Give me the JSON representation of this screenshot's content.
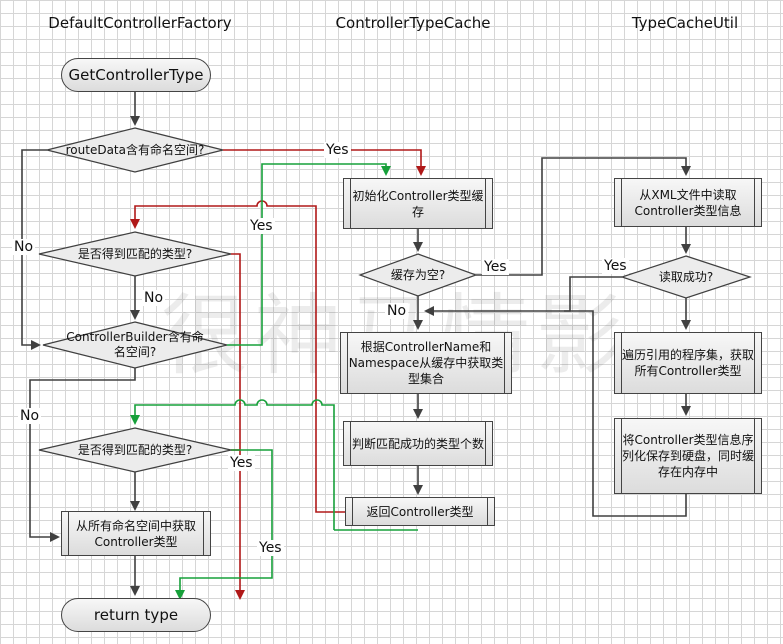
{
  "lanes": {
    "factory": "DefaultControllerFactory",
    "cache": "ControllerTypeCache",
    "util": "TypeCacheUtil"
  },
  "nodes": {
    "start": "GetControllerType",
    "d_route": "routeData含有命名空间?",
    "d_match1": "是否得到匹配的类型?",
    "d_builder": "ControllerBuilder含有命名空间?",
    "d_match2": "是否得到匹配的类型?",
    "p_allns": "从所有命名空间中获取Controller类型",
    "end": "return type",
    "p_init": "初始化Controller类型缓存",
    "d_empty": "缓存为空?",
    "p_getset": "根据ControllerName和Namespace从缓存中获取类型集合",
    "p_count": "判断匹配成功的类型个数",
    "p_return": "返回Controller类型",
    "p_readxml": "从XML文件中读取Controller类型信息",
    "d_readok": "读取成功?",
    "p_scan": "遍历引用的程序集，获取所有Controller类型",
    "p_save": "将Controller类型信息序列化保存到硬盘，同时缓存在内存中"
  },
  "edges": {
    "yes": "Yes",
    "no": "No"
  },
  "colors": {
    "red": "#b01818",
    "green": "#17a03a",
    "dark": "#404040"
  },
  "watermark": "很神马情影"
}
